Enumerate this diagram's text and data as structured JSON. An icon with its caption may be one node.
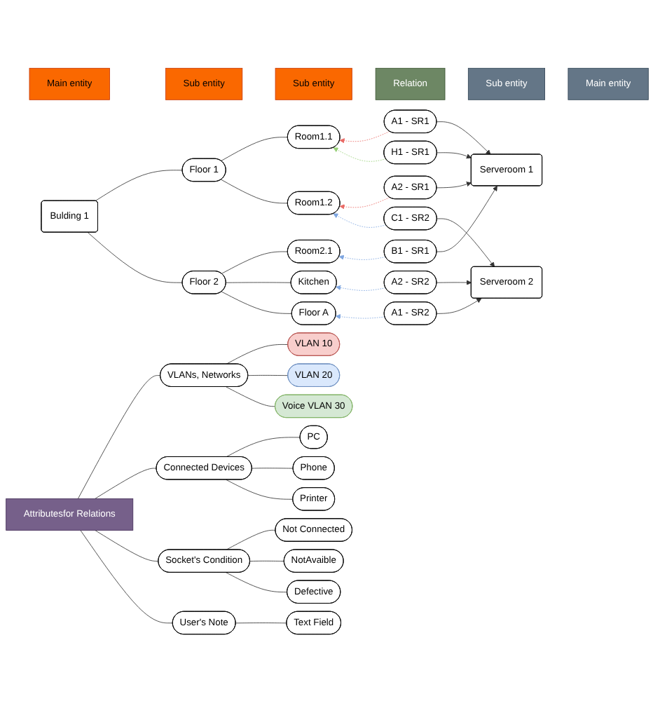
{
  "diagram": {
    "nodes": [
      {
        "text": [
          "Main entity"
        ]
      },
      {
        "text": [
          "Sub entity"
        ]
      },
      {
        "text": [
          "Sub entity"
        ]
      },
      {
        "text": [
          "Relation"
        ]
      },
      {
        "text": [
          "Sub entity"
        ]
      },
      {
        "text": [
          "Main entity"
        ]
      },
      {
        "text": [
          "Bulding 1"
        ]
      },
      {
        "text": [
          "Floor 1"
        ]
      },
      {
        "text": [
          "Floor 2"
        ]
      },
      {
        "text": [
          "Room1.1"
        ]
      },
      {
        "text": [
          "Room1.2"
        ]
      },
      {
        "text": [
          "Room2.1"
        ]
      },
      {
        "text": [
          "Kitchen"
        ]
      },
      {
        "text": [
          "Floor A"
        ]
      },
      {
        "text": [
          "A1 - SR1"
        ]
      },
      {
        "text": [
          "A2 - SR1"
        ]
      },
      {
        "text": [
          "B1 - SR1"
        ]
      },
      {
        "text": [
          "H1 - SR1"
        ]
      },
      {
        "text": [
          "A1 - SR2"
        ]
      },
      {
        "text": [
          "A2 - SR2"
        ]
      },
      {
        "text": [
          "C1 - SR2"
        ]
      },
      {
        "text": [
          "Serveroom 1"
        ]
      },
      {
        "text": [
          "Serveroom 2"
        ]
      },
      {
        "text": [
          "Attributesfor Relations"
        ]
      },
      {
        "text": [
          "VLANs, Networks"
        ]
      },
      {
        "text": [
          "VLAN 10"
        ]
      },
      {
        "text": [
          "VLAN 20"
        ]
      },
      {
        "text": [
          "Voice VLAN 30"
        ]
      },
      {
        "text": [
          "Connected Devices"
        ]
      },
      {
        "text": [
          "PC"
        ]
      },
      {
        "text": [
          "Phone"
        ]
      },
      {
        "text": [
          "Printer"
        ]
      },
      {
        "text": [
          "Socket's Condition"
        ]
      },
      {
        "text": [
          "Not Connected"
        ]
      },
      {
        "text": [
          "NotAvaible"
        ]
      },
      {
        "text": [
          "Defective"
        ]
      },
      {
        "text": [
          "User's Note"
        ]
      },
      {
        "text": [
          "Text Field"
        ]
      }
    ],
    "edges": [
      {
        "from": 6,
        "to": 7,
        "arrow": "none"
      },
      {
        "from": 6,
        "to": 8,
        "arrow": "none"
      },
      {
        "from": 7,
        "to": 9,
        "arrow": "none"
      },
      {
        "from": 7,
        "to": 10,
        "arrow": "none"
      },
      {
        "from": 8,
        "to": 11,
        "arrow": "none"
      },
      {
        "from": 8,
        "to": 12,
        "arrow": "none"
      },
      {
        "from": 8,
        "to": 13,
        "arrow": "none"
      },
      {
        "from": 14,
        "to": 9,
        "arrow": "to",
        "style": "dashed",
        "color": "#ea6b66"
      },
      {
        "from": 15,
        "to": 10,
        "arrow": "to",
        "style": "dashed",
        "color": "#ea6b66"
      },
      {
        "from": 16,
        "to": 11,
        "arrow": "to",
        "style": "dashed",
        "color": "#7ea6e0"
      },
      {
        "from": 17,
        "to": 9,
        "arrow": "to",
        "style": "dashed",
        "color": "#97d077"
      },
      {
        "from": 18,
        "to": 13,
        "arrow": "to",
        "style": "dashed",
        "color": "#7ea6e0"
      },
      {
        "from": 19,
        "to": 12,
        "arrow": "to",
        "style": "dashed",
        "color": "#7ea6e0"
      },
      {
        "from": 20,
        "to": 10,
        "arrow": "to",
        "style": "dashed",
        "color": "#7ea6e0"
      },
      {
        "from": 14,
        "to": 21,
        "arrow": "to"
      },
      {
        "from": 15,
        "to": 21,
        "arrow": "to"
      },
      {
        "from": 16,
        "to": 21,
        "arrow": "to"
      },
      {
        "from": 17,
        "to": 21,
        "arrow": "to"
      },
      {
        "from": 18,
        "to": 22,
        "arrow": "to"
      },
      {
        "from": 19,
        "to": 22,
        "arrow": "to"
      },
      {
        "from": 20,
        "to": 22,
        "arrow": "to"
      },
      {
        "from": 23,
        "to": 24,
        "arrow": "none"
      },
      {
        "from": 24,
        "to": 25,
        "arrow": "none"
      },
      {
        "from": 24,
        "to": 26,
        "arrow": "none"
      },
      {
        "from": 24,
        "to": 27,
        "arrow": "none"
      },
      {
        "from": 23,
        "to": 28,
        "arrow": "none"
      },
      {
        "from": 28,
        "to": 29,
        "arrow": "none"
      },
      {
        "from": 28,
        "to": 30,
        "arrow": "none"
      },
      {
        "from": 28,
        "to": 31,
        "arrow": "none"
      },
      {
        "from": 23,
        "to": 32,
        "arrow": "none"
      },
      {
        "from": 32,
        "to": 33,
        "arrow": "none"
      },
      {
        "from": 32,
        "to": 34,
        "arrow": "none"
      },
      {
        "from": 32,
        "to": 35,
        "arrow": "none"
      },
      {
        "from": 23,
        "to": 36,
        "arrow": "none"
      },
      {
        "from": 36,
        "to": 37,
        "arrow": "none"
      }
    ]
  }
}
